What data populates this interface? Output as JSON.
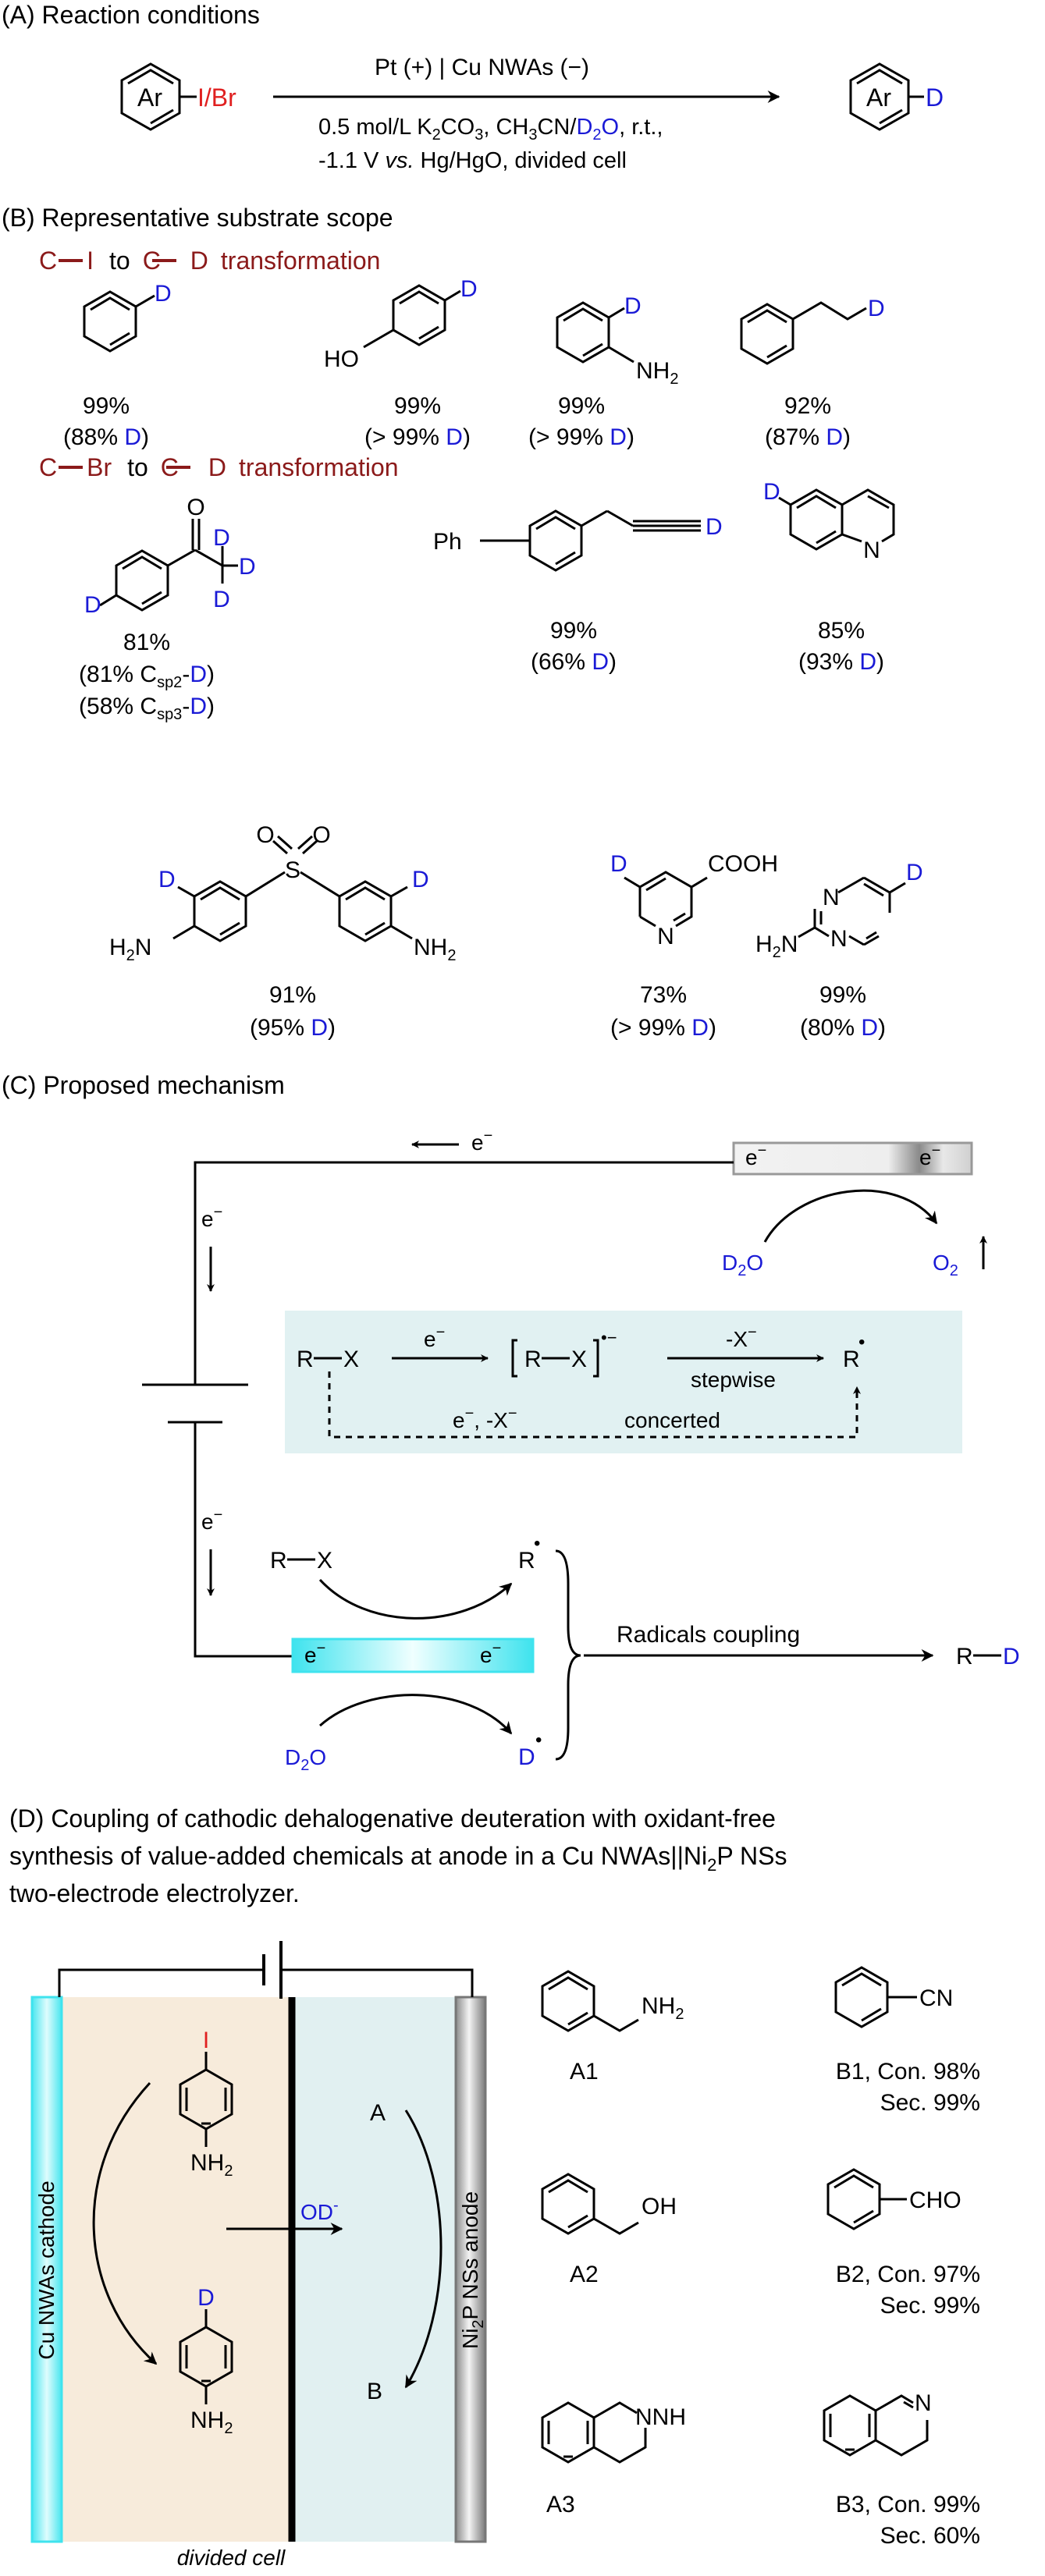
{
  "sections": {
    "A": "(A) Reaction conditions",
    "B": "(B) Representative substrate scope",
    "C": "(C) Proposed mechanism",
    "D1": "(D) Coupling of cathodic dehalogenative deuteration with oxidant-free",
    "D2": "synthesis of value-added chemicals at anode in a Cu NWAs||Ni",
    "D2sub": "2",
    "D2b": "P NSs",
    "D3": "two-electrode electrolyzer."
  },
  "reaction": {
    "ar": "Ar",
    "halide": "I/Br",
    "d": "D",
    "electrodes": "Pt (+) | Cu NWAs (−)",
    "line1a": "0.5 mol/L K",
    "line1sub": "2",
    "line1b": "CO",
    "line1sub2": "3",
    "line1c": ", CH",
    "line1sub3": "3",
    "line1d": "CN/",
    "line1e": "D",
    "line1f": "2",
    "line1g": "O",
    "line1h": ", r.t.,",
    "line2a": "-1.1 V ",
    "line2vs": "vs.",
    "line2b": " Hg/HgO, divided cell"
  },
  "scope": {
    "ci_a": "C",
    "ci_b": "I",
    "ci_to": "to",
    "ci_c": "C",
    "ci_d": "D",
    "ci_e": "transformation",
    "cbr_a": "C",
    "cbr_b": "Br",
    "cbr_to": "to",
    "cbr_c": "C",
    "cbr_d": "D",
    "cbr_e": "transformation",
    "items": [
      {
        "yield": "99%",
        "d_pre": "(88% ",
        "d": "D",
        "d_post": ")"
      },
      {
        "yield": "99%",
        "d_pre": "(> 99% ",
        "d": "D",
        "d_post": ")"
      },
      {
        "yield": "99%",
        "d_pre": "(> 99% ",
        "d": "D",
        "d_post": ")"
      },
      {
        "yield": "92%",
        "d_pre": "(87% ",
        "d": "D",
        "d_post": ")"
      },
      {
        "yield": "81%",
        "d_pre": "(81% C",
        "sub": "sp2",
        "d_mid": "-",
        "d": "D",
        "d_post": ")",
        "d2_pre": "(58% C",
        "sub2": "sp3",
        "d2": "D"
      },
      {
        "yield": "99%",
        "d_pre": "(66% ",
        "d": "D",
        "d_post": ")"
      },
      {
        "yield": "85%",
        "d_pre": "(93% ",
        "d": "D",
        "d_post": ")"
      },
      {
        "yield": "91%",
        "d_pre": "(95% ",
        "d": "D",
        "d_post": ")"
      },
      {
        "yield": "73%",
        "d_pre": "(> 99% ",
        "d": "D",
        "d_post": ")"
      },
      {
        "yield": "99%",
        "d_pre": "(80% ",
        "d": "D",
        "d_post": ")"
      }
    ],
    "labels": {
      "ho": "HO",
      "nh": "NH",
      "two": "2",
      "h2n": "H",
      "n": "N",
      "ph": "Ph",
      "o": "O",
      "s": "S",
      "cooh": "COOH",
      "d": "D"
    }
  },
  "mechanism": {
    "e": "e",
    "minus": "−",
    "d2o_d": "D",
    "d2o_2": "2",
    "d2o_o": "O",
    "o2_o": "O",
    "o2_2": "2",
    "rx_r": "R",
    "rx_x": "X",
    "rad_dot": "•",
    "minusx": "-X",
    "stepwise": "stepwise",
    "concerted": "concerted",
    "concerted_lbl": "e",
    "concerted_lbl2": ", -X",
    "coupling": "Radicals coupling",
    "rd_r": "R",
    "rd_d": "D",
    "d_rad": "D"
  },
  "cell": {
    "cathode": "Cu NWAs cathode",
    "anode_a": "Ni",
    "anode_sub": "2",
    "anode_b": "P NSs anode",
    "iodo": "I",
    "deut": "D",
    "nh": "NH",
    "two": "2",
    "od_a": "OD",
    "od_b": "-",
    "a": "A",
    "b": "B",
    "divided": "divided cell",
    "a1": "A1",
    "a2": "A2",
    "a3": "A3",
    "oh": "OH",
    "cn": "CN",
    "cho": "CHO",
    "n": "N",
    "b1a": "B1, Con. 98%",
    "b1b": "Sec. 99%",
    "b2a": "B2, Con. 97%",
    "b2b": "Sec. 99%",
    "b3a": "B3, Con. 99%",
    "b3b": "Sec. 60%"
  }
}
